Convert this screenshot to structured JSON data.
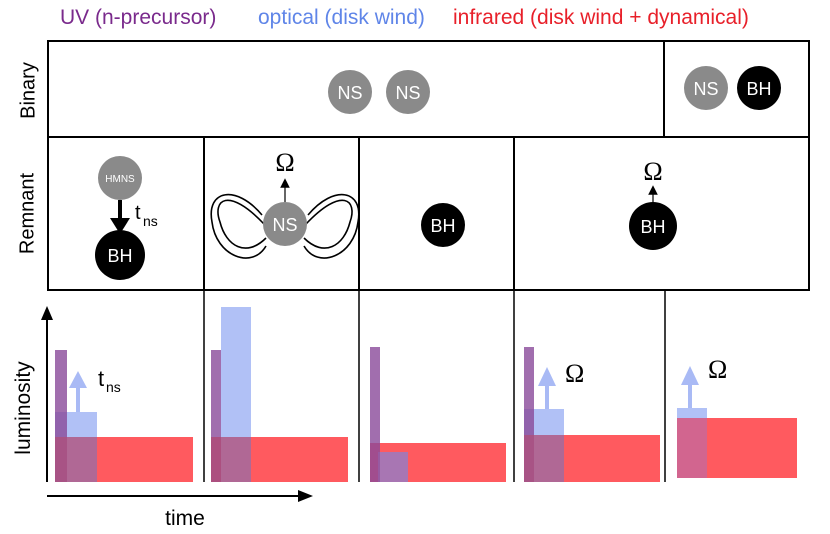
{
  "legend": {
    "uv": "UV (n-precursor)",
    "optical": "optical (disk wind)",
    "infrared": "infrared (disk wind + dynamical)"
  },
  "colors": {
    "uv": "#7a2a8c",
    "optical": "#5f85e8",
    "infrared": "#e8202a",
    "ns_grey": "#8a8a8a",
    "bh_black": "#000000"
  },
  "rows": {
    "binary": "Binary",
    "remnant": "Remnant"
  },
  "binary": {
    "ns_label": "NS",
    "bh_label": "BH"
  },
  "remnant": {
    "hmns_label": "HMNS",
    "ns_label": "NS",
    "bh_label": "BH",
    "tns_main": "t",
    "tns_sub": "ns",
    "omega": "Ω"
  },
  "plot": {
    "y_label": "luminosity",
    "x_label": "time",
    "tns_main": "t",
    "tns_sub": "ns",
    "omega": "Ω"
  }
}
